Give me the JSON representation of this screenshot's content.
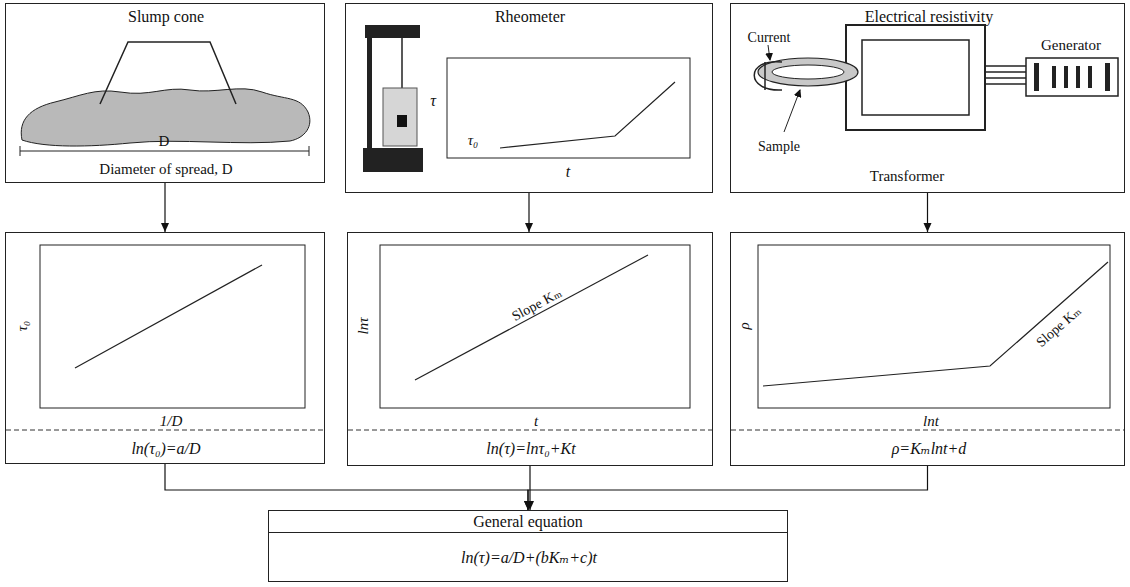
{
  "diagram": {
    "nodes": [
      {
        "text": [
          "Slump cone",
          "D",
          "Diameter of spread, D"
        ]
      },
      {
        "text": [
          "Rheometer",
          "τ",
          "τ₀",
          "t"
        ]
      },
      {
        "text": [
          "Electrical resistivity",
          "Current",
          "Sample",
          "Transformer",
          "Generator"
        ]
      },
      {
        "text": [
          "τ₀",
          "1/D",
          "ln(τ₀)=a/D"
        ]
      },
      {
        "text": [
          "lnτ",
          "Slope Kₘ",
          "t",
          "ln(τ)=lnτ₀+Kt"
        ]
      },
      {
        "text": [
          "ρ",
          "Slope Kₘ",
          "lnt",
          "ρ=Kₘlnt+d"
        ]
      },
      {
        "text": [
          "General equation",
          "ln(τ)=a/D+(bKₘ+c)t"
        ]
      }
    ],
    "edges": [
      {
        "from": 0,
        "to": 3,
        "arrow": "to"
      },
      {
        "from": 1,
        "to": 4,
        "arrow": "to"
      },
      {
        "from": 2,
        "to": 5,
        "arrow": "to"
      },
      {
        "from": 3,
        "to": 6,
        "arrow": "to"
      },
      {
        "from": 4,
        "to": 6,
        "arrow": "to"
      },
      {
        "from": 5,
        "to": 6,
        "arrow": "to"
      }
    ]
  }
}
